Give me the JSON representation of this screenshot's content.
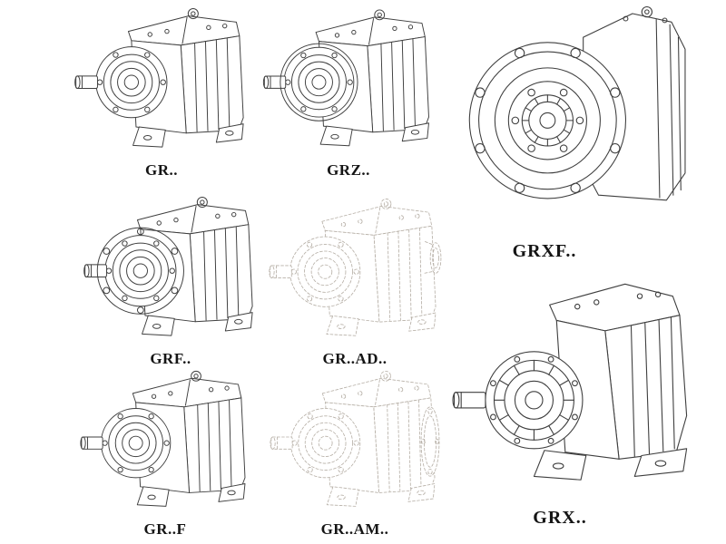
{
  "page": {
    "background": "#ffffff"
  },
  "colors": {
    "line": "#3f3f3f",
    "ghost": "#b7b0a7"
  },
  "figures": [
    {
      "id": "gr",
      "label": "GR..",
      "line_style": "solid",
      "mounting": "foot"
    },
    {
      "id": "grz",
      "label": "GRZ..",
      "line_style": "solid",
      "mounting": "foot"
    },
    {
      "id": "grxf",
      "label": "GRXF..",
      "line_style": "solid",
      "mounting": "flange-front"
    },
    {
      "id": "grf",
      "label": "GRF..",
      "line_style": "solid",
      "mounting": "foot-flange"
    },
    {
      "id": "gr-ad",
      "label": "GR..AD..",
      "line_style": "dashed",
      "mounting": "foot-adapter"
    },
    {
      "id": "gr-f",
      "label": "GR..F",
      "line_style": "solid",
      "mounting": "foot"
    },
    {
      "id": "gr-am",
      "label": "GR..AM..",
      "line_style": "dashed",
      "mounting": "foot-output-flange"
    },
    {
      "id": "grx",
      "label": "GRX..",
      "line_style": "solid",
      "mounting": "foot"
    }
  ]
}
